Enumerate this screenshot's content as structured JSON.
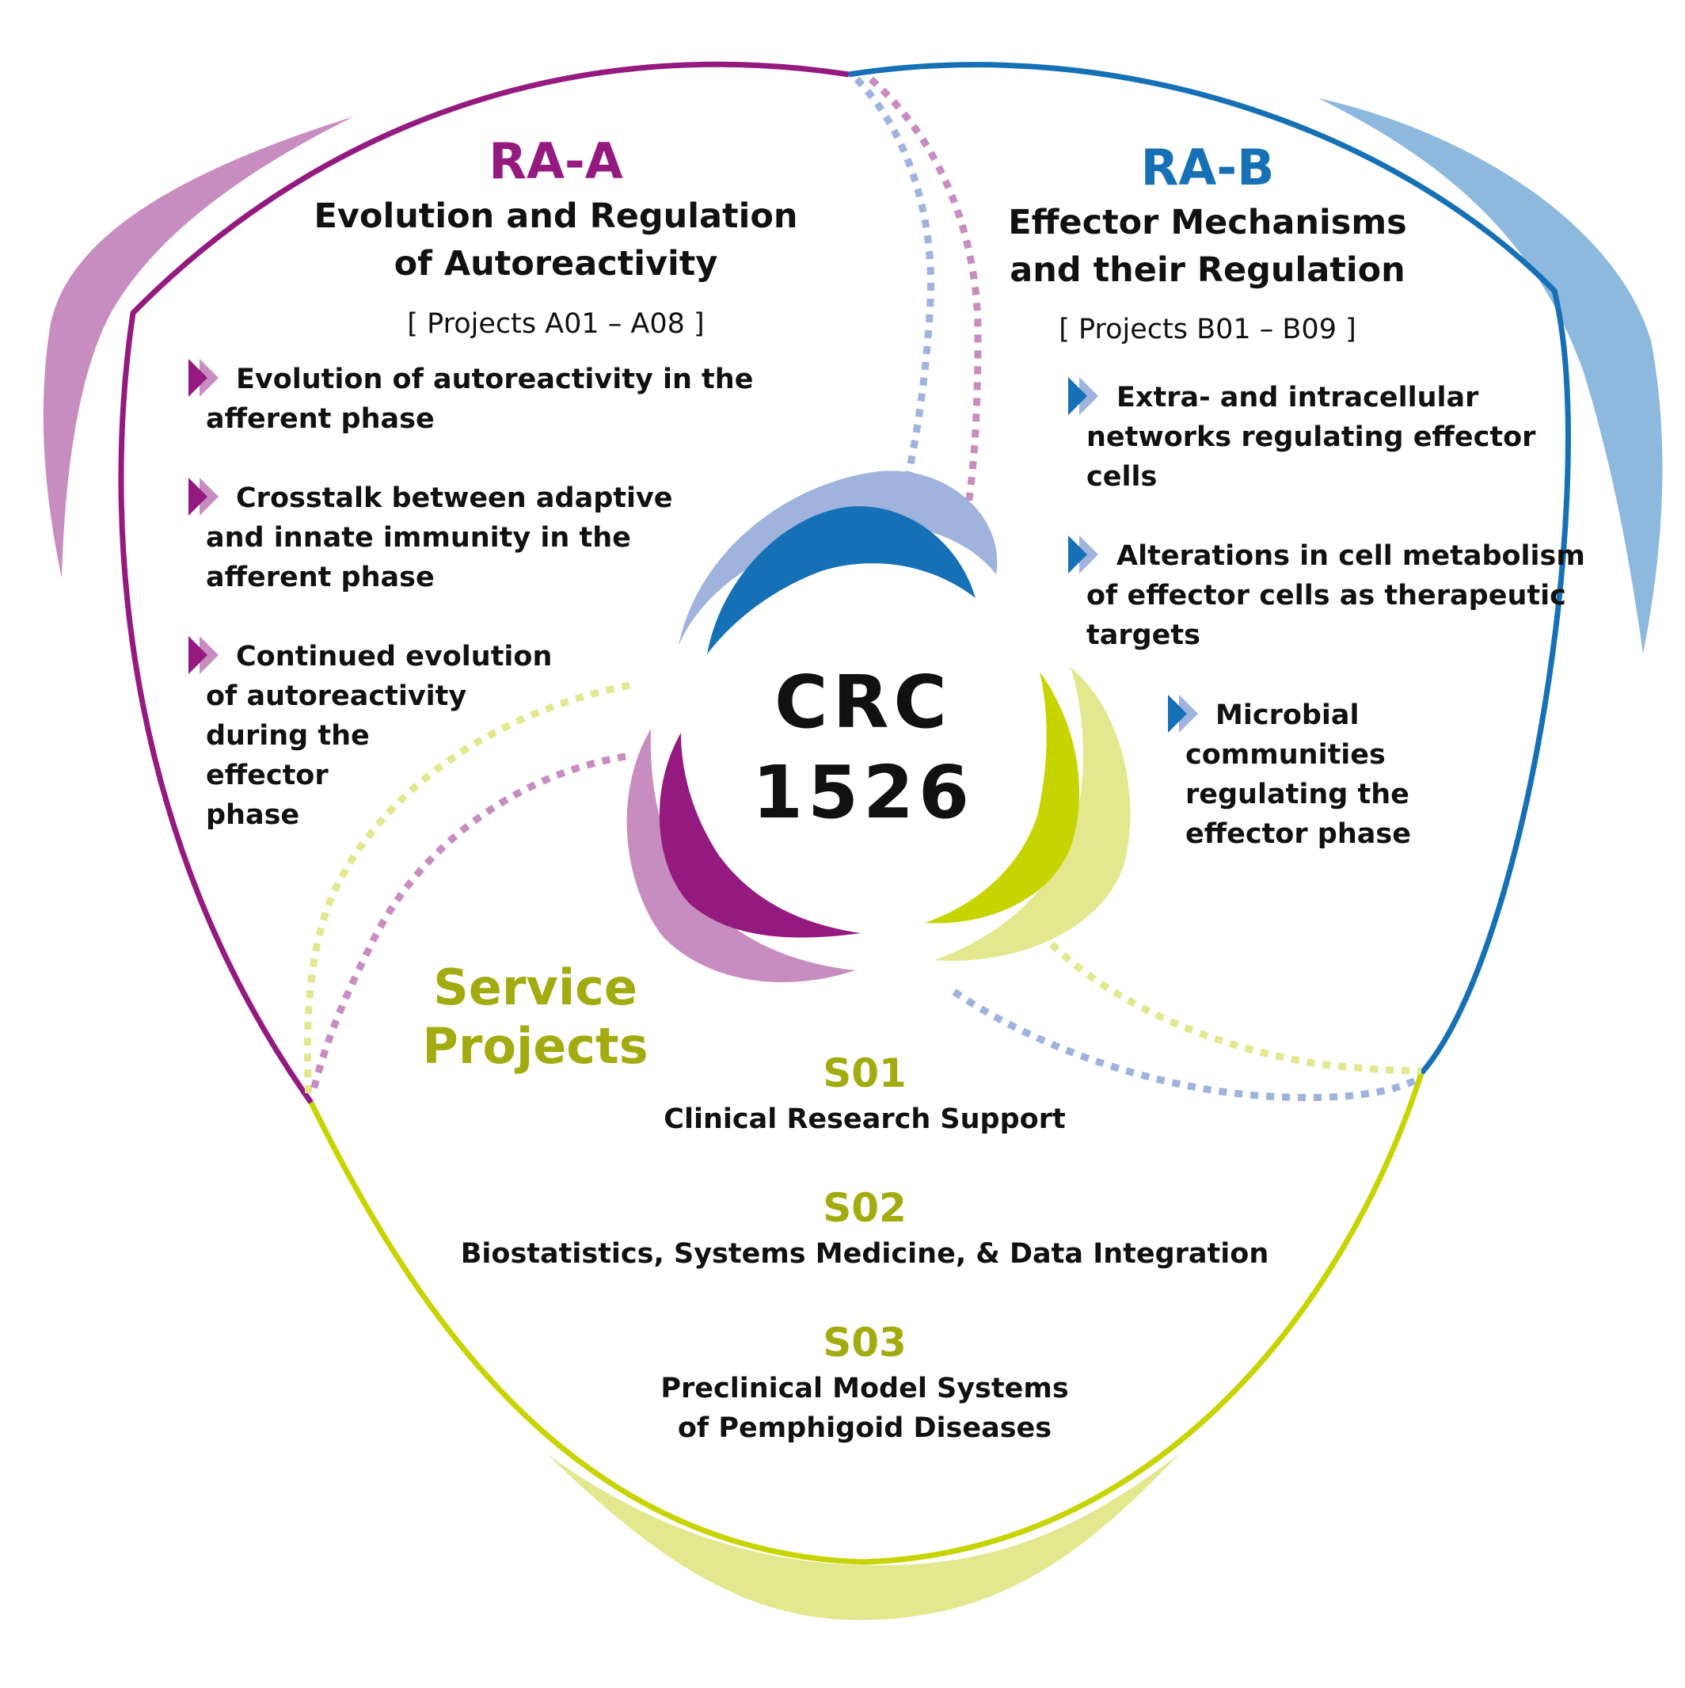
{
  "colors": {
    "ra_a": "#951a7f",
    "ra_a_light": "#c88dc0",
    "ra_b": "#1570b6",
    "ra_b_light": "#9fb3dc",
    "ra_b_wing": "#8cb9dd",
    "service": "#c8d400",
    "service_light": "#e3e78d",
    "service_text": "#a2ab10"
  },
  "center": {
    "line1": "CRC",
    "line2": "1526"
  },
  "ra_a": {
    "code": "RA-A",
    "title_line1": "Evolution and Regulation",
    "title_line2": "of Autoreactivity",
    "projects": "[ Projects A01 – A08 ]",
    "bullets": [
      {
        "lines": [
          "Evolution of autoreactivity in the",
          "afferent phase"
        ]
      },
      {
        "lines": [
          "Crosstalk between adaptive",
          "and innate immunity in the",
          "afferent phase"
        ]
      },
      {
        "lines": [
          "Continued evolution",
          "of autoreactivity",
          "during the",
          "effector",
          "phase"
        ]
      }
    ]
  },
  "ra_b": {
    "code": "RA-B",
    "title_line1": "Effector Mechanisms",
    "title_line2": "and their Regulation",
    "projects": "[ Projects B01 – B09 ]",
    "bullets": [
      {
        "lines": [
          "Extra- and intracellular",
          "networks regulating effector",
          "cells"
        ]
      },
      {
        "lines": [
          "Alterations in cell metabolism",
          "of effector cells as therapeutic",
          "targets"
        ]
      },
      {
        "lines": [
          "Microbial",
          "communities",
          "regulating the",
          "effector phase"
        ]
      }
    ]
  },
  "service": {
    "title_line1": "Service",
    "title_line2": "Projects",
    "items": [
      {
        "code": "S01",
        "lines": [
          "Clinical Research Support"
        ]
      },
      {
        "code": "S02",
        "lines": [
          "Biostatistics, Systems  Medicine, & Data Integration"
        ]
      },
      {
        "code": "S03",
        "lines": [
          "Preclinical Model Systems",
          "of Pemphigoid Diseases"
        ]
      }
    ]
  }
}
